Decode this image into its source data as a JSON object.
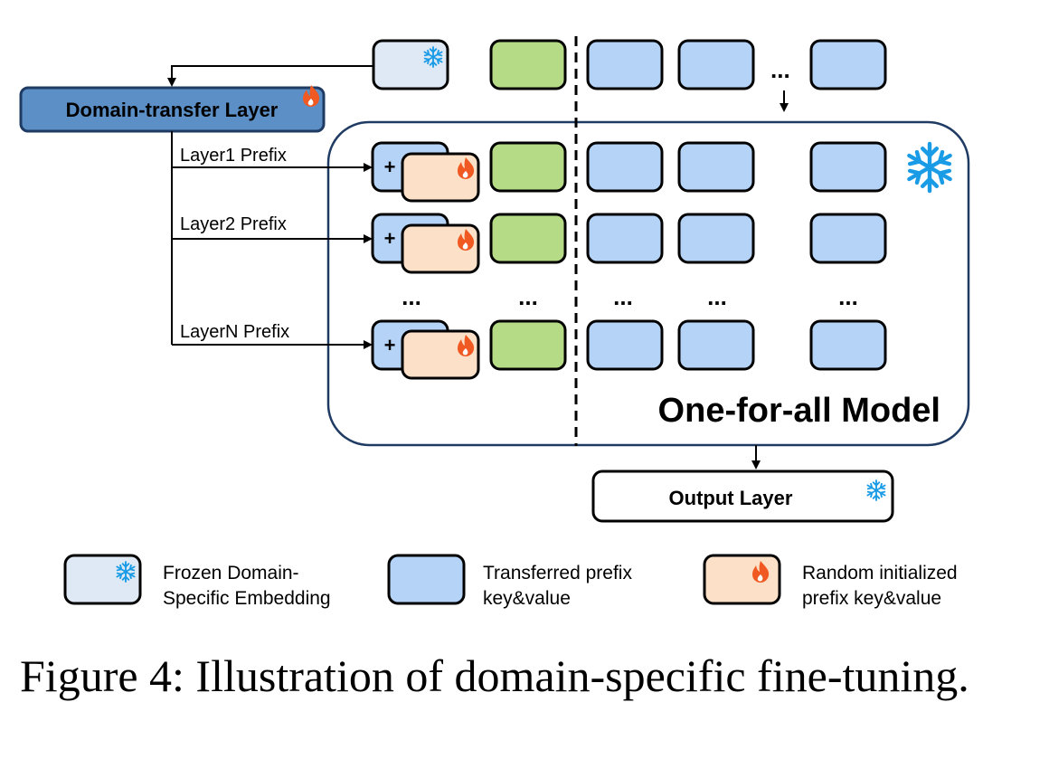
{
  "diagram": {
    "domain_transfer_layer": "Domain-transfer Layer",
    "prefix_labels": [
      "Layer1 Prefix",
      "Layer2 Prefix",
      "LayerN Prefix"
    ],
    "plus_sign": "+",
    "ellipsis": "...",
    "model_label": "One-for-all Model",
    "output_layer": "Output Layer"
  },
  "legend": {
    "frozen_line1": "Frozen Domain-",
    "frozen_line2": "Specific Embedding",
    "transferred_line1": "Transferred prefix",
    "transferred_line2": "key&value",
    "random_line1": "Random initialized",
    "random_line2": "prefix key&value"
  },
  "caption": "Figure 4: Illustration of domain-specific fine-tuning.",
  "colors": {
    "frozen_embedding": "#dfe9f5",
    "transferred_prefix": "#b4d3f7",
    "random_prefix": "#fce0c7",
    "green_token": "#b6db86",
    "domain_layer": "#5b8fc6",
    "model_border": "#1f3b63",
    "snowflake": "#1a9be6",
    "fire": "#f05a22"
  },
  "icons": [
    "snowflake-icon",
    "fire-icon"
  ]
}
